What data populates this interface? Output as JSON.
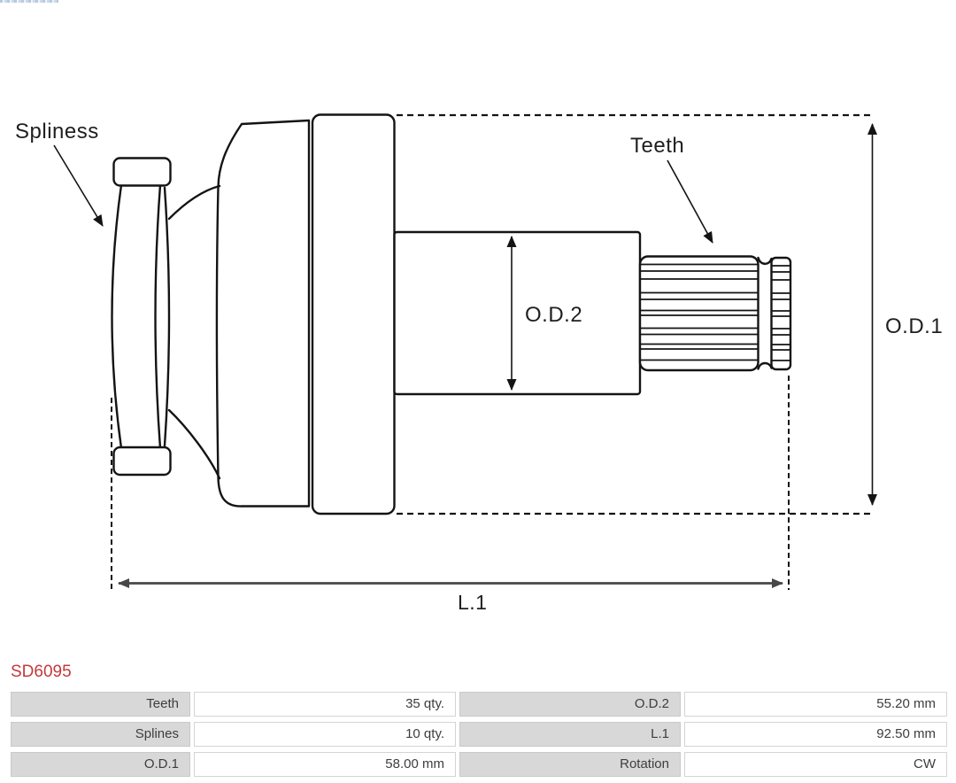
{
  "diagram": {
    "labels": {
      "splines_label": "Spliness",
      "teeth_label": "Teeth",
      "od2_label": "O.D.2",
      "od1_label": "O.D.1",
      "l1_label": "L.1"
    },
    "line_color": "#141414",
    "dimension_arrow_color": "#474747"
  },
  "part": {
    "number": "SD6095",
    "number_color": "#c43a3c"
  },
  "spec_table": {
    "label_bg_color": "#d8d8d8",
    "rows": [
      {
        "c1_label": "Teeth",
        "c1_value": "35 qty.",
        "c2_label": "O.D.2",
        "c2_value": "55.20 mm"
      },
      {
        "c1_label": "Splines",
        "c1_value": "10 qty.",
        "c2_label": "L.1",
        "c2_value": "92.50 mm"
      },
      {
        "c1_label": "O.D.1",
        "c1_value": "58.00 mm",
        "c2_label": "Rotation",
        "c2_value": "CW"
      }
    ]
  }
}
